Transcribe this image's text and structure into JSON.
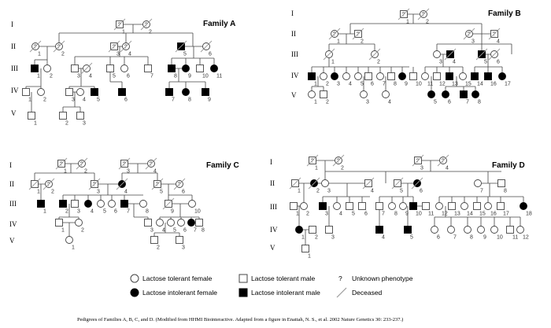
{
  "caption": "Pedigrees of Families A, B, C, and D. (Modified from HHMI Biointeractive. Adapted from a figure in Enattah, N. S., et al. 2002 Nature Genetics 30: 233-237.)",
  "legend": {
    "tolerant_female": "Lactose tolerant female",
    "tolerant_male": "Lactose tolerant male",
    "unknown_symbol": "?",
    "unknown": "Unknown phenotype",
    "intolerant_female": "Lactose intolerant female",
    "intolerant_male": "Lactose intolerant male",
    "deceased": "Deceased"
  },
  "colors": {
    "affected": "#000000",
    "unaffected": "#ffffff",
    "line": "#444444",
    "deceased_slash": "#9a9a9a"
  },
  "families": [
    {
      "title": "Family A",
      "generations": [
        "I",
        "II",
        "III",
        "IV",
        "V"
      ]
    },
    {
      "title": "Family B",
      "generations": [
        "I",
        "II",
        "III",
        "IV",
        "V"
      ]
    },
    {
      "title": "Family C",
      "generations": [
        "I",
        "II",
        "III",
        "IV",
        "V"
      ]
    },
    {
      "title": "Family D",
      "generations": [
        "I",
        "II",
        "III",
        "IV",
        "V"
      ]
    }
  ]
}
